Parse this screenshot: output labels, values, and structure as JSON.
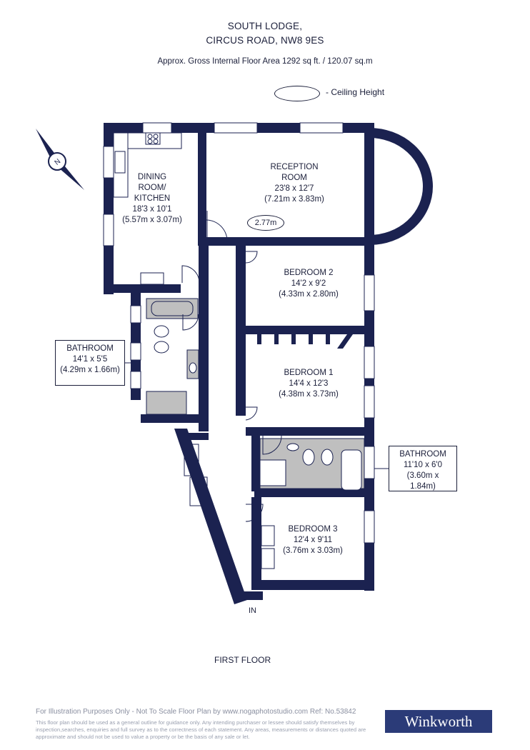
{
  "header": {
    "line1": "SOUTH LODGE,",
    "line2": "CIRCUS ROAD, NW8 9ES",
    "area": "Approx. Gross Internal Floor Area 1292 sq ft. / 120.07 sq.m"
  },
  "legend": {
    "text": "- Ceiling Height"
  },
  "compass": {
    "label": "N"
  },
  "rooms": {
    "dining": {
      "l1": "DINING",
      "l2": "ROOM/",
      "l3": "KITCHEN",
      "l4": "18'3 x 10'1",
      "l5": "(5.57m x 3.07m)"
    },
    "reception": {
      "l1": "RECEPTION",
      "l2": "ROOM",
      "l3": "23'8 x 12'7",
      "l4": "(7.21m x 3.83m)",
      "ceiling": "2.77m"
    },
    "bedroom2": {
      "l1": "BEDROOM 2",
      "l2": "14'2 x 9'2",
      "l3": "(4.33m x 2.80m)"
    },
    "bedroom1": {
      "l1": "BEDROOM 1",
      "l2": "14'4 x 12'3",
      "l3": "(4.38m x 3.73m)"
    },
    "bedroom3": {
      "l1": "BEDROOM 3",
      "l2": "12'4 x 9'11",
      "l3": "(3.76m x 3.03m)"
    },
    "bathroom_left": {
      "l1": "BATHROOM",
      "l2": "14'1 x 5'5",
      "l3": "(4.29m x 1.66m)"
    },
    "bathroom_right": {
      "l1": "BATHROOM",
      "l2": "11'10 x 6'0",
      "l3": "(3.60m x 1.84m)"
    }
  },
  "entrance": "IN",
  "floor": "FIRST FLOOR",
  "footer": {
    "line1": "For Illustration Purposes Only - Not To Scale   Floor Plan by www.nogaphotostudio.com   Ref: No.53842",
    "disclaimer": "This floor plan should be used as a general outline for guidance only. Any intending purchaser or lessee should satisfy themselves by inspection,searches, enquiries and full survey as to the correctness of each statement. Any areas, measurements or distances quoted are approximate and should not be used to value a property or be the basis of any sale or let."
  },
  "brand": "Winkworth",
  "colors": {
    "wall": "#1b2250",
    "fixture_fill": "#bfbfbf",
    "brand_bg": "#2b3b78"
  }
}
